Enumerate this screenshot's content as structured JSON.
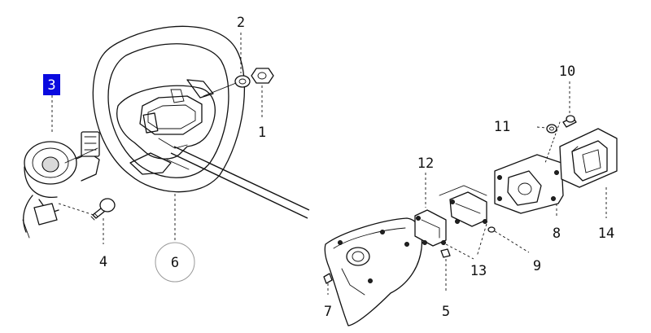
{
  "highlight_color": "#0a0adf",
  "callouts": {
    "c1": "1",
    "c2": "2",
    "c3": "3",
    "c4": "4",
    "c5": "5",
    "c6": "6",
    "c7": "7",
    "c8": "8",
    "c9": "9",
    "c10": "10",
    "c11": "11",
    "c12": "12",
    "c13": "13",
    "c14": "14"
  }
}
